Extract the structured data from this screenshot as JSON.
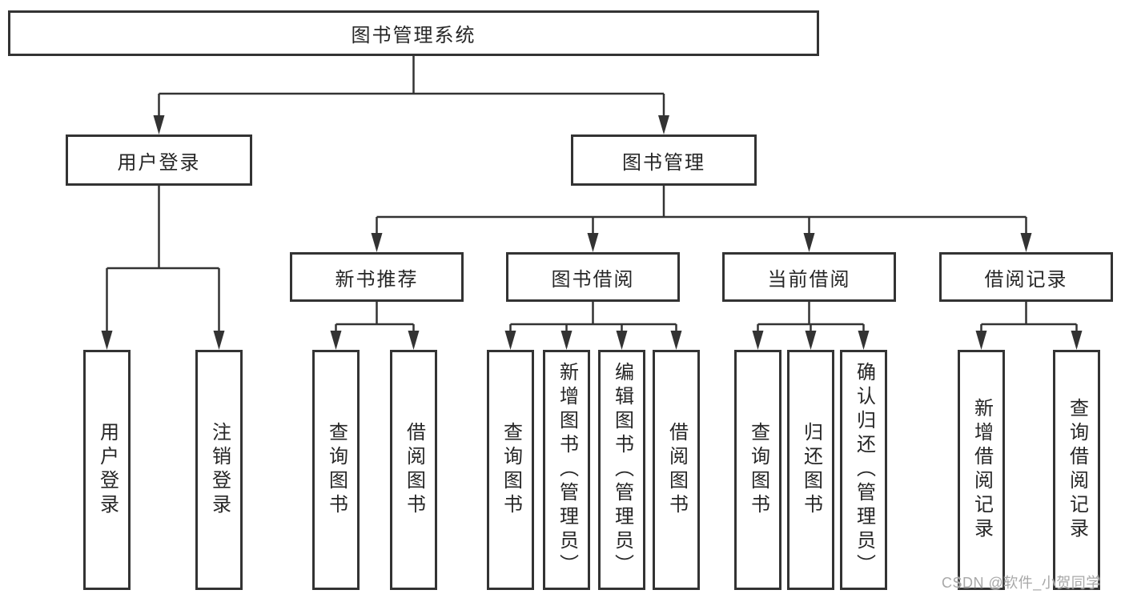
{
  "tree": {
    "root": {
      "label": "图书管理系统"
    },
    "branches": [
      {
        "label": "用户登录",
        "children": [
          {
            "label": "用户登录"
          },
          {
            "label": "注销登录"
          }
        ]
      },
      {
        "label": "图书管理",
        "children": [
          {
            "label": "新书推荐",
            "children": [
              {
                "label": "查询图书"
              },
              {
                "label": "借阅图书"
              }
            ]
          },
          {
            "label": "图书借阅",
            "children": [
              {
                "label": "查询图书"
              },
              {
                "label": "新增图书（管理员）"
              },
              {
                "label": "编辑图书（管理员）"
              },
              {
                "label": "借阅图书"
              }
            ]
          },
          {
            "label": "当前借阅",
            "children": [
              {
                "label": "查询图书"
              },
              {
                "label": "归还图书"
              },
              {
                "label": "确认归还（管理员）"
              }
            ]
          },
          {
            "label": "借阅记录",
            "children": [
              {
                "label": "新增借阅记录"
              },
              {
                "label": "查询借阅记录"
              }
            ]
          }
        ]
      }
    ]
  },
  "watermark": {
    "text": "CSDN @软件_小贺同学"
  },
  "colors": {
    "line": "#333333",
    "text": "#262626",
    "box_background": "#ffffff",
    "page_background": "#ffffff",
    "watermark": "#a8a8a8"
  }
}
